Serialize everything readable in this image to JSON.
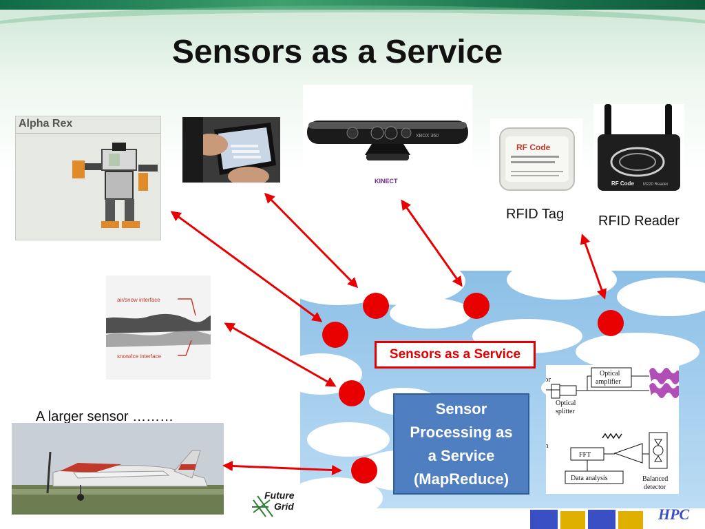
{
  "slide": {
    "title": "Sensors as a Service"
  },
  "images": {
    "robot_caption": "Alpha Rex",
    "kinect_brand": "KINECT",
    "kinect_xbox": "XBOX 360",
    "rfid_tag_brand": "RF Code",
    "rfid_reader_brand": "RF Code",
    "rfid_reader_model": "M220 Reader",
    "radar_label_top": "air/snow interface",
    "radar_label_bottom": "snow/ice interface"
  },
  "captions": {
    "rfid_tag": "RFID Tag",
    "rfid_reader": "RFID Reader",
    "larger_sensor": "A larger sensor ………"
  },
  "cloud": {
    "saas_label": "Sensors as a Service",
    "processing_line1": "Sensor",
    "processing_line2": "Processing as",
    "processing_line3": "a Service",
    "processing_line4": "(MapReduce)"
  },
  "diagram": {
    "optical_amplifier_1": "Optical",
    "optical_amplifier_2": "amplifier",
    "optical_splitter_1": "Optical",
    "optical_splitter_2": "splitter",
    "fft": "FFT",
    "data_analysis": "Data analysis",
    "balanced_1": "Balanced",
    "balanced_2": "detector",
    "cut_left_top": "or",
    "cut_left_mid": "n"
  },
  "logos": {
    "futuregrid_1": "Future",
    "futuregrid_2": "Grid",
    "hpc": "HPC"
  },
  "colors": {
    "accent_red": "#e80000",
    "box_blue": "#4f7fc1",
    "band_green": "#1f7a52"
  }
}
